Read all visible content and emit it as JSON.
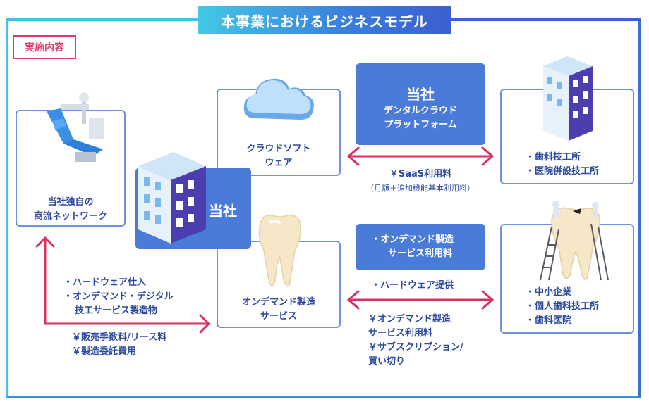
{
  "title": "本事業におけるビジネスモデル",
  "tag": "実施内容",
  "network_box": {
    "line1": "当社独自の",
    "line2": "商流ネットワーク"
  },
  "company_center": "当社",
  "cloud_box": {
    "line1": "クラウドソフト",
    "line2": "ウェア"
  },
  "ondemand_box": {
    "line1": "オンデマンド製造",
    "line2": "サービス"
  },
  "platform": {
    "title": "当社",
    "line1": "デンタルクラウド",
    "line2": "プラットフォーム"
  },
  "labs_top": [
    "歯科技工所",
    "医院併設技工所"
  ],
  "clients_bottom": [
    "中小企業",
    "個人歯科技工所",
    "歯科医院"
  ],
  "saas": {
    "line1": "￥SaaS利用料",
    "line2": "（月額＋追加機能基本利用料）"
  },
  "ondemand_fee_box": [
    "オンデマンド製造",
    "サービス利用料"
  ],
  "hardware_provide": "ハードウェア提供",
  "fees_right": [
    "￥オンデマンド製造",
    "サービス利用料",
    "￥サブスクリプション/",
    "買い切り"
  ],
  "left_items": [
    "ハードウェア仕入",
    "オンデマンド・デジタル",
    "技工サービス製造物"
  ],
  "left_fees": [
    "￥販売手数料/リース料",
    "￥製造委託費用"
  ],
  "colors": {
    "accent_blue": "#4a7bd9",
    "arrow_red": "#d9315f",
    "text_blue": "#2d4a9e",
    "frame_cyan": "#3ec3e6"
  },
  "icons": [
    "dental-chair-icon",
    "building-icon",
    "cloud-icon",
    "tooth-icon",
    "workers-tooth-icon"
  ]
}
